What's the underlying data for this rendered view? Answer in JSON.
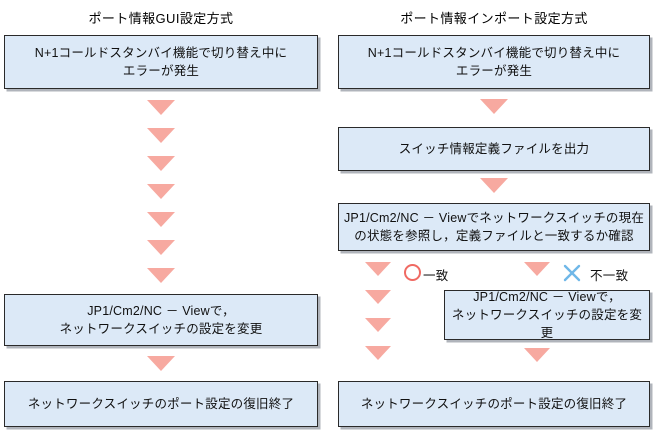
{
  "diagram": {
    "type": "flowchart-comparison",
    "background_color": "#FFFFFF",
    "box_fill_color": "#DCE9F7",
    "box_border_color": "#2A2A2A",
    "arrow_color": "#F7A9A0",
    "match_marker_color": "#F06A63",
    "mismatch_marker_color": "#6FB7E8"
  },
  "columns": [
    {
      "id": "gui",
      "title": "ポート情報GUI設定方式",
      "steps": [
        {
          "id": "gui-step-1",
          "text": "N+1コールドスタンバイ機能で切り替え中に\nエラーが発生"
        },
        {
          "id": "gui-step-2",
          "text": "JP1/Cm2/NC － Viewで，\nネットワークスイッチの設定を変更"
        },
        {
          "id": "gui-step-3",
          "text": "ネットワークスイッチのポート設定の復旧終了"
        }
      ],
      "arrow_chain_count": 7,
      "arrow_final_count": 1
    },
    {
      "id": "import",
      "title": "ポート情報インポート設定方式",
      "steps": [
        {
          "id": "import-step-1",
          "text": "N+1コールドスタンバイ機能で切り替え中に\nエラーが発生"
        },
        {
          "id": "import-step-2",
          "text": "スイッチ情報定義ファイルを出力"
        },
        {
          "id": "import-step-3",
          "text": "JP1/Cm2/NC － Viewでネットワークスイッチの現在\nの状態を参照し，定義ファイルと一致するか確認"
        },
        {
          "id": "import-step-4",
          "text": "JP1/Cm2/NC － Viewで，\nネットワークスイッチの設定を変更"
        },
        {
          "id": "import-step-5",
          "text": "ネットワークスイッチのポート設定の復旧終了"
        }
      ],
      "branches": [
        {
          "id": "branch-match",
          "marker": "circle-icon",
          "label": "一致",
          "arrow_count": 4
        },
        {
          "id": "branch-mismatch",
          "marker": "cross-icon",
          "label": "不一致",
          "arrow_count": 2
        }
      ]
    }
  ]
}
